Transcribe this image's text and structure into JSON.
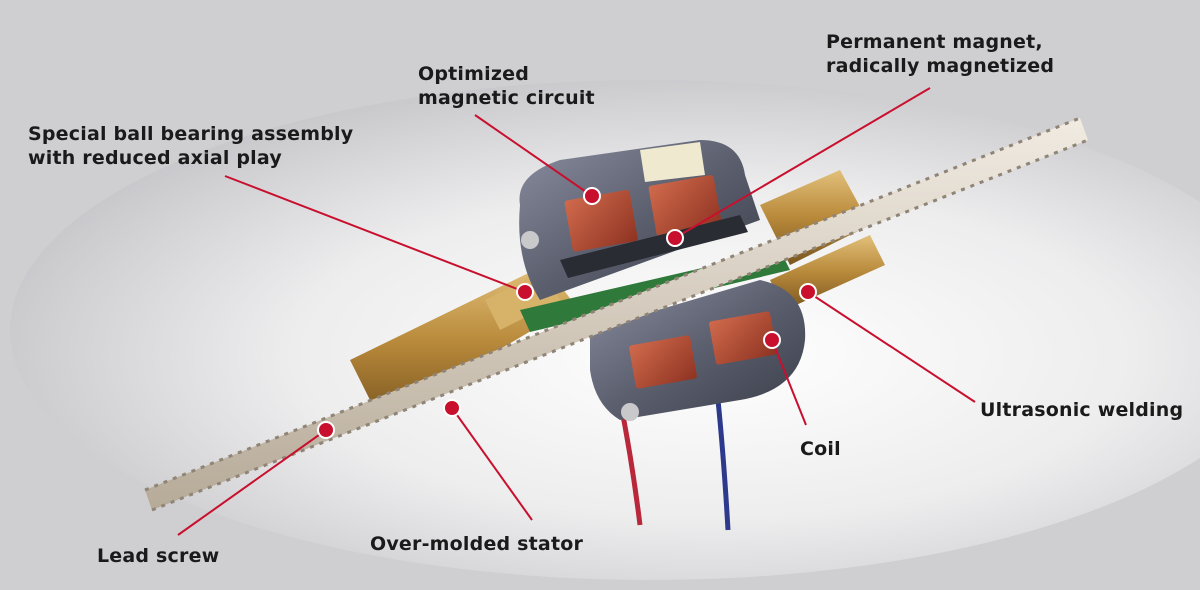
{
  "colors": {
    "background": "#cfcfd2",
    "leader_line": "#c8102e",
    "marker": "#c8102e",
    "brass": "#b8893a",
    "housing": "#5b5f6e",
    "coil": "#b5462f",
    "pcb": "#2f7a3a",
    "screw": "#d9cfc2",
    "wire_red": "#b8283a",
    "wire_blue": "#2d3a8c"
  },
  "labels": [
    {
      "id": "optimized-magnetic-circuit",
      "lines": [
        "Optimized",
        "magnetic circuit"
      ]
    },
    {
      "id": "permanent-magnet",
      "lines": [
        "Permanent magnet,",
        "radically magnetized"
      ]
    },
    {
      "id": "ball-bearing",
      "lines": [
        "Special ball bearing assembly",
        "with reduced axial play"
      ]
    },
    {
      "id": "ultrasonic-welding",
      "lines": [
        "Ultrasonic welding"
      ]
    },
    {
      "id": "coil",
      "lines": [
        "Coil"
      ]
    },
    {
      "id": "lead-screw",
      "lines": [
        "Lead screw"
      ]
    },
    {
      "id": "over-molded-stator",
      "lines": [
        "Over-molded stator"
      ]
    }
  ]
}
